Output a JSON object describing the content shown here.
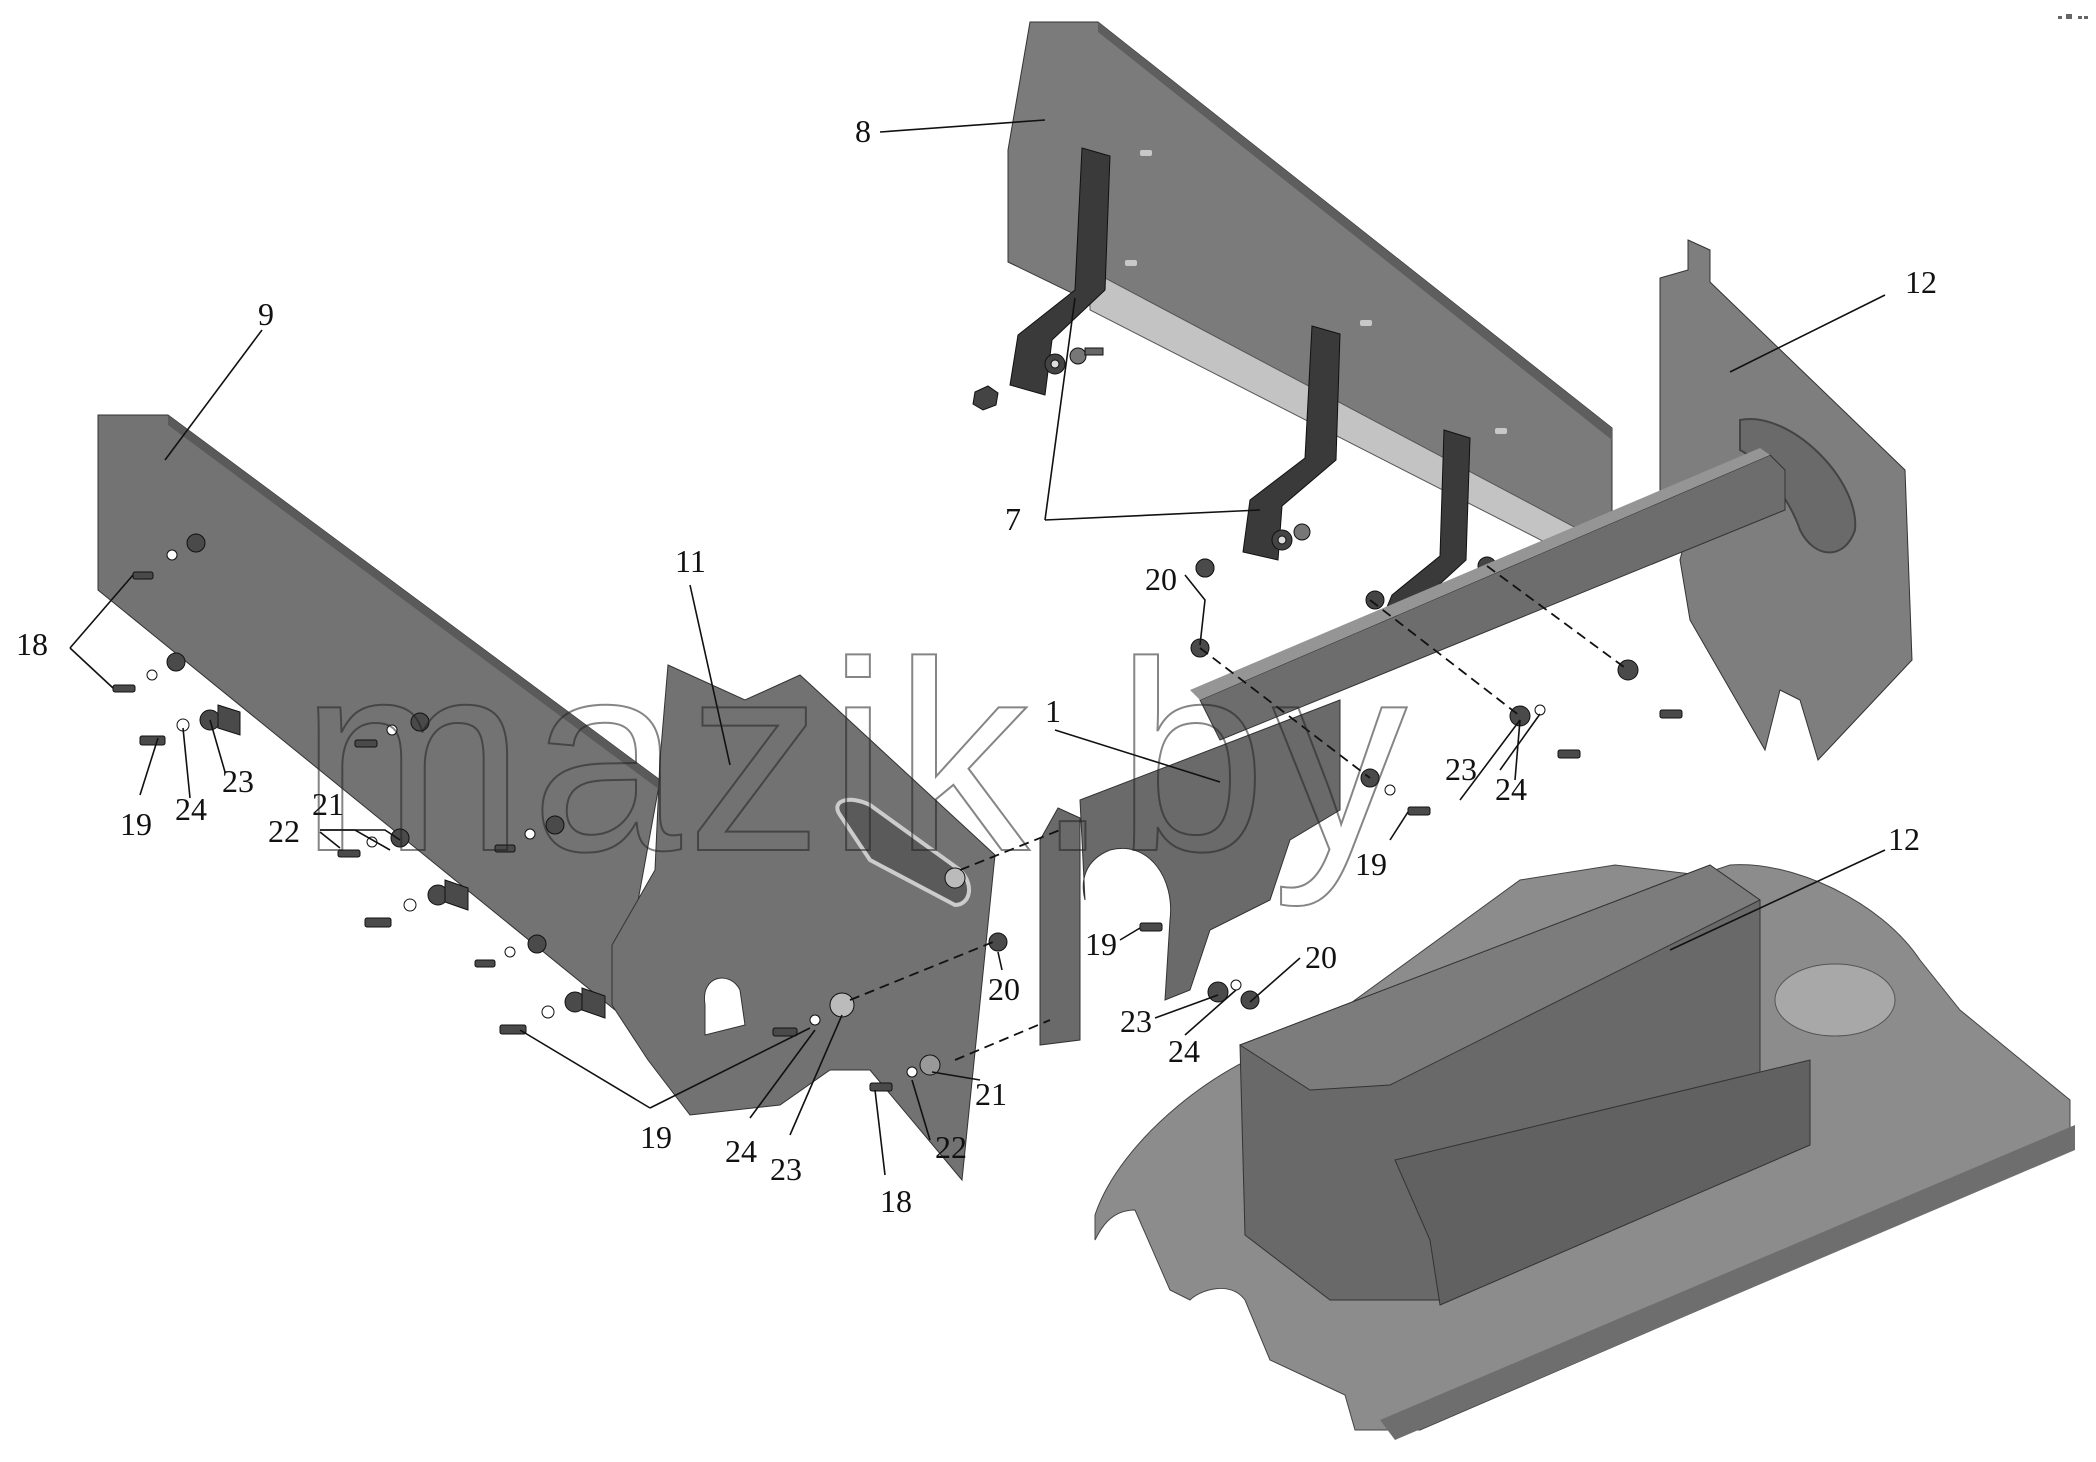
{
  "diagram": {
    "watermark": "mazik.by",
    "callouts": {
      "c1": "1",
      "c7": "7",
      "c8": "8",
      "c9": "9",
      "c11": "11",
      "c12a": "12",
      "c12b": "12",
      "c18a": "18",
      "c18b": "18",
      "c19a": "19",
      "c19b": "19",
      "c19c": "19",
      "c19d": "19",
      "c20a": "20",
      "c20b": "20",
      "c20c": "20",
      "c21a": "21",
      "c21b": "21",
      "c22a": "22",
      "c22b": "22",
      "c23a": "23",
      "c23b": "23",
      "c23c": "23",
      "c23d": "23",
      "c24a": "24",
      "c24b": "24",
      "c24c": "24",
      "c24d": "24"
    },
    "colors": {
      "panel_dark": "#6f6f6f",
      "panel_mid": "#8a8a8a",
      "panel_light": "#b9b9b9",
      "bracket": "#3a3a3a",
      "line": "#111111"
    }
  }
}
